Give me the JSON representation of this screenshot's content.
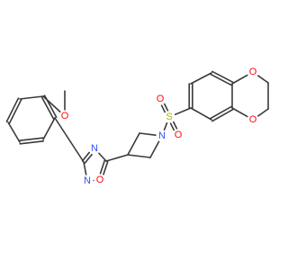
{
  "structure": {
    "element_colors": {
      "O": "#ff0d0d",
      "N": "#3050f8",
      "S": "#b2b200",
      "C": "#3a3a3a"
    },
    "atom_labels": {
      "methoxy_O": "O",
      "ox_N4": "N",
      "ox_N2": "N",
      "ox_O1": "O",
      "azetidine_N": "N",
      "sulfonyl_S": "S",
      "sulfonyl_O_top": "O",
      "sulfonyl_O_bottom": "O",
      "dioxane_O_top": "O",
      "dioxane_O_bottom": "O"
    }
  }
}
